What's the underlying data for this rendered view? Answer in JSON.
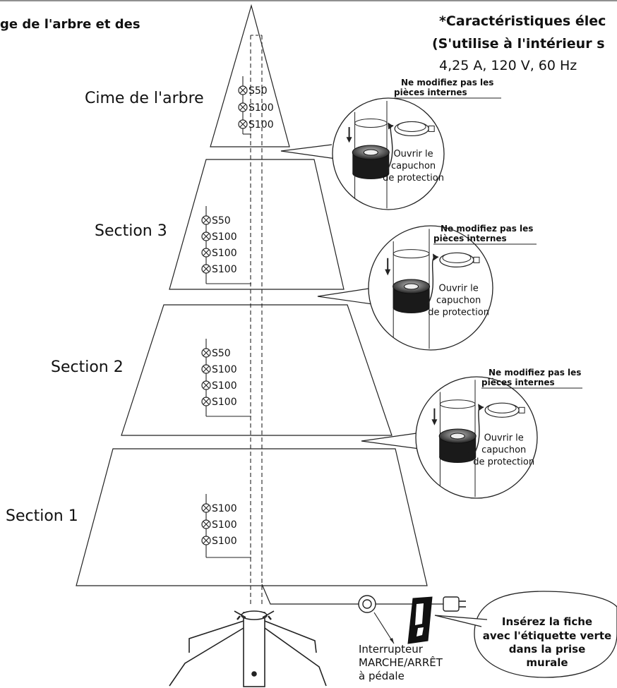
{
  "header": {
    "title_left": "ge de l'arbre et des",
    "title_right_1": "*Caractéristiques élec",
    "title_right_2": "(S'utilise à l'intérieur s",
    "spec": "4,25 A, 120 V, 60 Hz"
  },
  "sections": [
    {
      "id": "top",
      "label": "Cime de l'arbre",
      "bulbs": [
        "S50",
        "S100",
        "S100"
      ]
    },
    {
      "id": "s3",
      "label": "Section 3",
      "bulbs": [
        "S50",
        "S100",
        "S100",
        "S100"
      ]
    },
    {
      "id": "s2",
      "label": "Section 2",
      "bulbs": [
        "S50",
        "S100",
        "S100",
        "S100"
      ]
    },
    {
      "id": "s1",
      "label": "Section 1",
      "bulbs": [
        "S100",
        "S100",
        "S100"
      ]
    }
  ],
  "callout": {
    "warning_line_1": "Ne modifiez pas les",
    "warning_line_2": "pièces internes",
    "open_line_1": "Ouvrir le",
    "open_line_2": "capuchon",
    "open_line_3": "de protection"
  },
  "switch": {
    "line_1": "Interrupteur",
    "line_2": "MARCHE/ARRÊT",
    "line_3": "à pédale"
  },
  "plug_bubble": {
    "line_1": "Insérez la fiche",
    "line_2": "avec l'étiquette verte",
    "line_3": "dans la prise",
    "line_4": "murale"
  }
}
